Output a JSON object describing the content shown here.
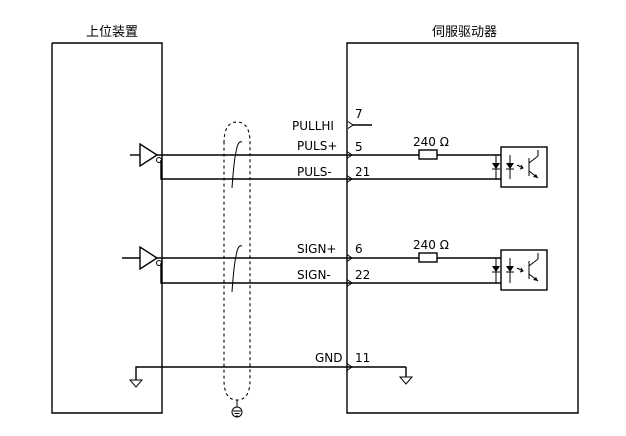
{
  "host_title": "上位装置",
  "driver_title": "伺服驱动器",
  "pins": {
    "pullhi": {
      "name": "PULLHI",
      "number": "7"
    },
    "puls_p": {
      "name": "PULS+",
      "number": "5"
    },
    "puls_n": {
      "name": "PULS-",
      "number": "21"
    },
    "sign_p": {
      "name": "SIGN+",
      "number": "6"
    },
    "sign_n": {
      "name": "SIGN-",
      "number": "22"
    },
    "gnd": {
      "name": "GND",
      "number": "11"
    }
  },
  "resistor_pulse": "240 Ω",
  "resistor_sign": "240 Ω"
}
